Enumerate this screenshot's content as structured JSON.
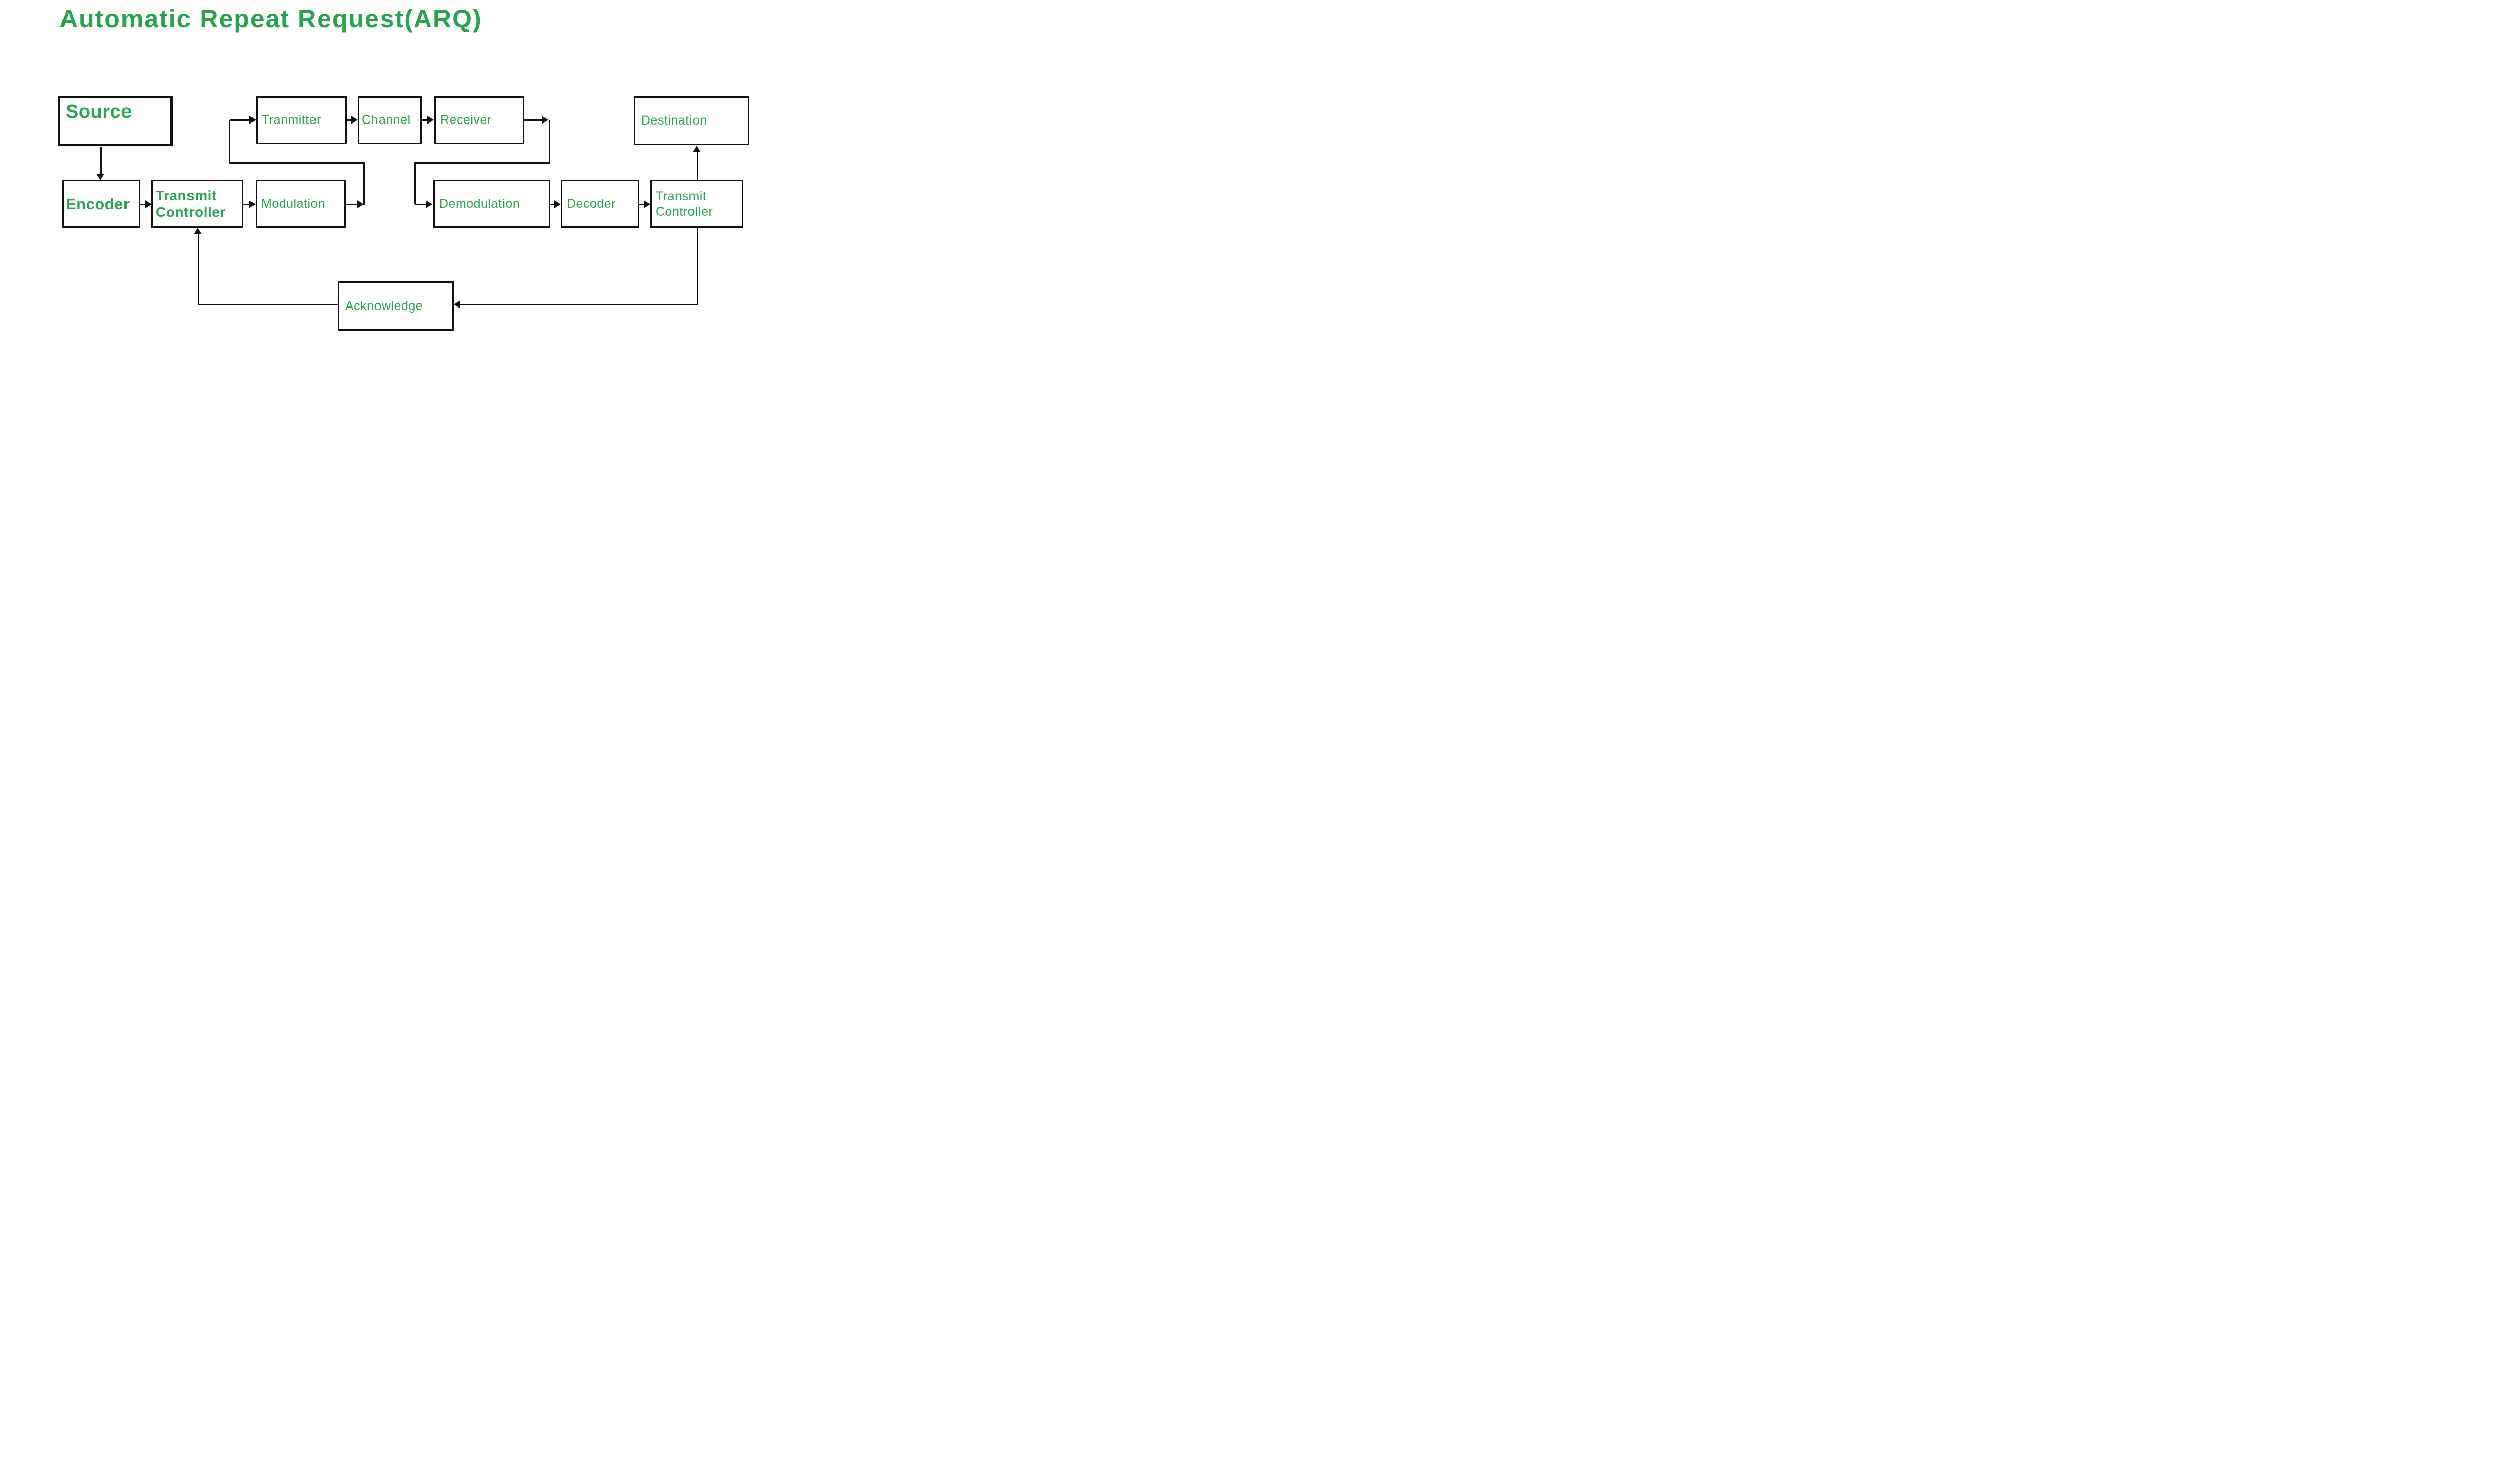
{
  "title": {
    "text": "Automatic Repeat Request(ARQ)"
  },
  "colors": {
    "accent_green": "#28a24c",
    "label_green": "#2aa44e",
    "line_black": "#111111",
    "background": "#ffffff"
  },
  "nodes": {
    "source": {
      "label": "Source"
    },
    "tranmitter": {
      "label": "Tranmitter"
    },
    "channel": {
      "label": "Channel"
    },
    "receiver": {
      "label": "Receiver"
    },
    "destination": {
      "label": "Destination"
    },
    "encoder": {
      "label": "Encoder"
    },
    "transmit_controller_1": {
      "label": "Transmit\nController"
    },
    "modulation": {
      "label": "Modulation"
    },
    "demodulation": {
      "label": "Demodulation"
    },
    "decoder": {
      "label": "Decoder"
    },
    "transmit_controller_2": {
      "label": "Transmit\nController"
    },
    "acknowledge": {
      "label": "Acknowledge"
    }
  }
}
